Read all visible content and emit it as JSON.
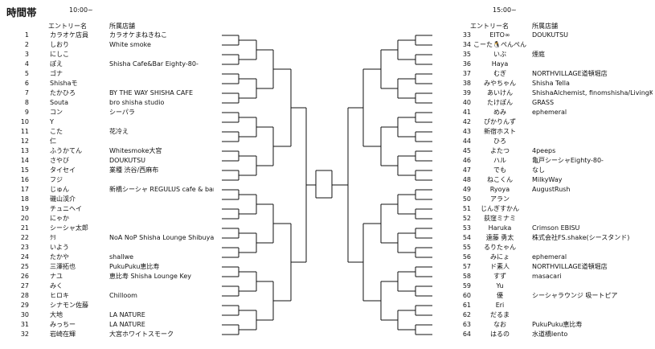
{
  "header": {
    "title": "時間帯",
    "left_time": "10:00~",
    "right_time": "15:00~"
  },
  "columns": {
    "entry": "エントリー名",
    "shop": "所属店舗"
  },
  "left_entries": [
    {
      "num": "1",
      "name": "カラオケ店員",
      "shop": "カラオケまねきねこ"
    },
    {
      "num": "2",
      "name": "しおり",
      "shop": "White smoke"
    },
    {
      "num": "3",
      "name": "にしこ",
      "shop": ""
    },
    {
      "num": "4",
      "name": "ぽえ",
      "shop": "Shisha Cafe&Bar Eighty-80-"
    },
    {
      "num": "5",
      "name": "ゴナ",
      "shop": ""
    },
    {
      "num": "6",
      "name": "Shishaモ",
      "shop": ""
    },
    {
      "num": "7",
      "name": "たかひろ",
      "shop": "BY THE WAY SHISHA CAFE"
    },
    {
      "num": "8",
      "name": "Souta",
      "shop": "bro shisha studio"
    },
    {
      "num": "9",
      "name": "コン",
      "shop": "シーパラ"
    },
    {
      "num": "10",
      "name": "Y",
      "shop": ""
    },
    {
      "num": "11",
      "name": "こた",
      "shop": "花冷え"
    },
    {
      "num": "12",
      "name": "仁",
      "shop": ""
    },
    {
      "num": "13",
      "name": "ふうかてん",
      "shop": "Whitesmoke大宮"
    },
    {
      "num": "14",
      "name": "さやび",
      "shop": "DOUKUTSU"
    },
    {
      "num": "15",
      "name": "タイセイ",
      "shop": "業種 渋谷/西麻布"
    },
    {
      "num": "16",
      "name": "フジ",
      "shop": ""
    },
    {
      "num": "17",
      "name": "じゅん",
      "shop": "新橋シーシャ REGULUS cafe & bar"
    },
    {
      "num": "18",
      "name": "磯山渓介",
      "shop": ""
    },
    {
      "num": "19",
      "name": "チュニヘイ",
      "shop": ""
    },
    {
      "num": "20",
      "name": "にゃか",
      "shop": ""
    },
    {
      "num": "21",
      "name": "シーシャ太郎",
      "shop": ""
    },
    {
      "num": "22",
      "name": "ｸﾘ",
      "shop": "NoA NoP Shisha Lounge Shibuya"
    },
    {
      "num": "23",
      "name": "いよう",
      "shop": ""
    },
    {
      "num": "24",
      "name": "たかや",
      "shop": "shallwe"
    },
    {
      "num": "25",
      "name": "三澤拓也",
      "shop": "PukuPuku恵比寿"
    },
    {
      "num": "26",
      "name": "ナユ",
      "shop": "恵比寿 Shisha Lounge Key"
    },
    {
      "num": "27",
      "name": "みく",
      "shop": ""
    },
    {
      "num": "28",
      "name": "ヒロキ",
      "shop": "Chilloom"
    },
    {
      "num": "29",
      "name": "シナモン佐藤",
      "shop": ""
    },
    {
      "num": "30",
      "name": "大地",
      "shop": "LA NATURE"
    },
    {
      "num": "31",
      "name": "みっちー",
      "shop": "LA NATURE"
    },
    {
      "num": "32",
      "name": "岩崎在輝",
      "shop": "大宮ホワイトスモーク"
    }
  ],
  "right_entries": [
    {
      "num": "33",
      "name": "EITO∞",
      "shop": "DOUKUTSU"
    },
    {
      "num": "34",
      "name": "こーた🐧ぺんぺん",
      "shop": ""
    },
    {
      "num": "35",
      "name": "いぶ",
      "shop": "煙庭"
    },
    {
      "num": "36",
      "name": "Haya",
      "shop": ""
    },
    {
      "num": "37",
      "name": "むぎ",
      "shop": "NORTHVILLAGE道頓堀店"
    },
    {
      "num": "38",
      "name": "みやちゃん",
      "shop": "Shisha Tella"
    },
    {
      "num": "39",
      "name": "あいけん",
      "shop": "ShishaAlchemist, finomshisha/LivingK"
    },
    {
      "num": "40",
      "name": "たけぽん",
      "shop": "GRASS"
    },
    {
      "num": "41",
      "name": "めみ",
      "shop": "ephemeral"
    },
    {
      "num": "42",
      "name": "ぴかりんず",
      "shop": ""
    },
    {
      "num": "43",
      "name": "新宿ホスト",
      "shop": ""
    },
    {
      "num": "44",
      "name": "ひろ",
      "shop": ""
    },
    {
      "num": "45",
      "name": "よたつ",
      "shop": "4peeps"
    },
    {
      "num": "46",
      "name": "ハル",
      "shop": "亀戸シーシャEighty-80-"
    },
    {
      "num": "47",
      "name": "でも",
      "shop": "なし"
    },
    {
      "num": "48",
      "name": "ねこくん",
      "shop": "MilkyWay"
    },
    {
      "num": "49",
      "name": "Ryoya",
      "shop": "AugustRush"
    },
    {
      "num": "50",
      "name": "アラン",
      "shop": ""
    },
    {
      "num": "51",
      "name": "じんぎすかん",
      "shop": ""
    },
    {
      "num": "52",
      "name": "荻窪ミナミ",
      "shop": ""
    },
    {
      "num": "53",
      "name": "Haruka",
      "shop": "Crimson EBISU"
    },
    {
      "num": "54",
      "name": "遠藤 勇太",
      "shop": "株式会社FS.shake(シースタンド)"
    },
    {
      "num": "55",
      "name": "るりたゃん",
      "shop": ""
    },
    {
      "num": "56",
      "name": "みにょ",
      "shop": "ephemeral"
    },
    {
      "num": "57",
      "name": "ド素人",
      "shop": "NORTHVILLAGE道頓堀店"
    },
    {
      "num": "58",
      "name": "すず",
      "shop": "masacari"
    },
    {
      "num": "59",
      "name": "Yu",
      "shop": ""
    },
    {
      "num": "60",
      "name": "優",
      "shop": "シーシャラウンジ 吸ートピア"
    },
    {
      "num": "61",
      "name": "Eri",
      "shop": ""
    },
    {
      "num": "62",
      "name": "だるま",
      "shop": ""
    },
    {
      "num": "63",
      "name": "なお",
      "shop": "PukuPuku恵比寿"
    },
    {
      "num": "64",
      "name": "はるの",
      "shop": "水道橋lento"
    }
  ]
}
